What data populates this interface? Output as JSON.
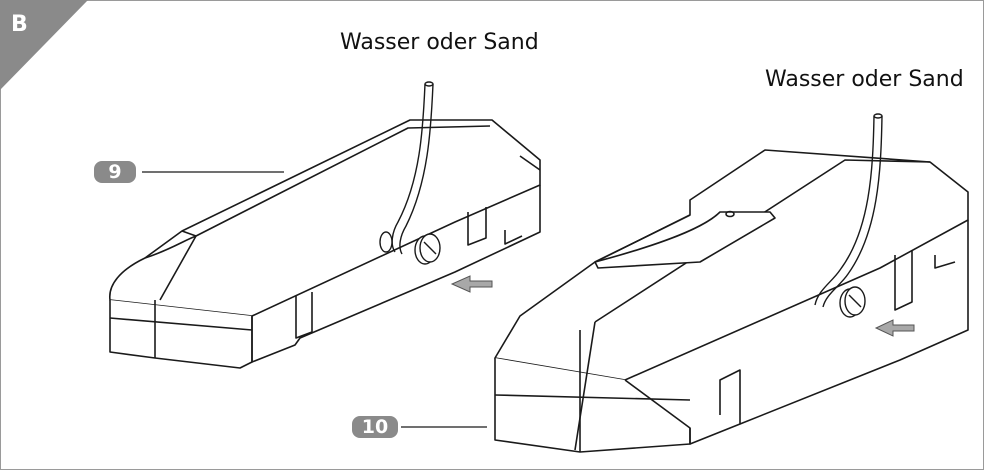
{
  "figure": {
    "panel_letter": "B",
    "label_left": "Wasser oder Sand",
    "label_right": "Wasser oder Sand",
    "badge_left": "9",
    "badge_right": "10"
  },
  "colors": {
    "corner_fill": "#8a8a8a",
    "badge_fill": "#8a8a8a",
    "line": "#1a1a1a",
    "arrow_fill": "#a8a8a8",
    "frame": "#9a9a9a"
  },
  "icons": [
    "water-hose-icon",
    "filler-cap-icon",
    "fill-arrow-icon"
  ]
}
